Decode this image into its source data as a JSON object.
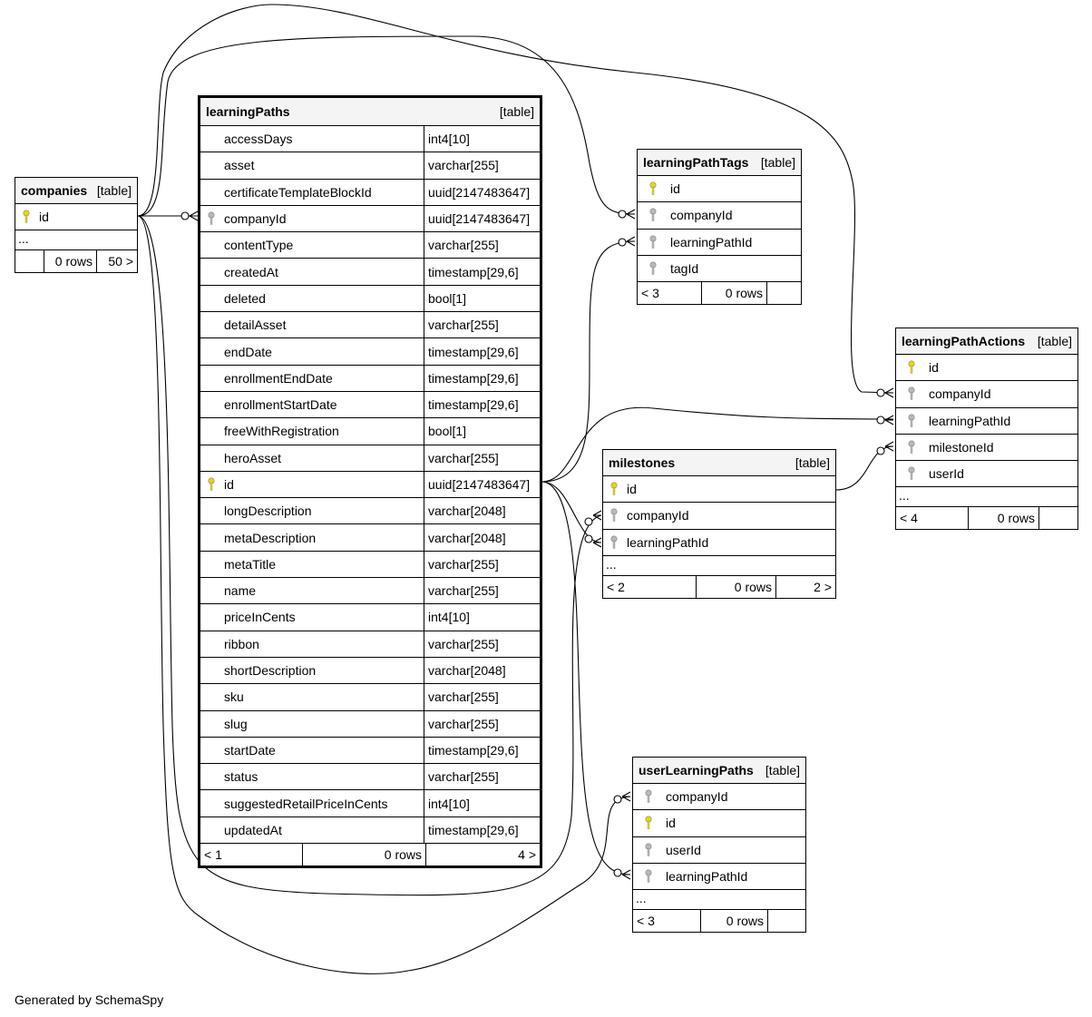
{
  "footer": "Generated by SchemaSpy",
  "colors": {
    "primary_key": "#e8d800",
    "foreign_key": "#b8b8b8",
    "header_bg": "#f4f4f4"
  },
  "tables": {
    "companies": {
      "name": "companies",
      "type": "[table]",
      "columns": [
        {
          "name": "id",
          "key": "primary"
        }
      ],
      "ellipsis": "...",
      "footer": [
        "",
        "0 rows",
        "50 >"
      ]
    },
    "learningPaths": {
      "name": "learningPaths",
      "type": "[table]",
      "columns": [
        {
          "name": "accessDays",
          "datatype": "int4[10]",
          "key": ""
        },
        {
          "name": "asset",
          "datatype": "varchar[255]",
          "key": ""
        },
        {
          "name": "certificateTemplateBlockId",
          "datatype": "uuid[2147483647]",
          "key": ""
        },
        {
          "name": "companyId",
          "datatype": "uuid[2147483647]",
          "key": "foreign"
        },
        {
          "name": "contentType",
          "datatype": "varchar[255]",
          "key": ""
        },
        {
          "name": "createdAt",
          "datatype": "timestamp[29,6]",
          "key": ""
        },
        {
          "name": "deleted",
          "datatype": "bool[1]",
          "key": ""
        },
        {
          "name": "detailAsset",
          "datatype": "varchar[255]",
          "key": ""
        },
        {
          "name": "endDate",
          "datatype": "timestamp[29,6]",
          "key": ""
        },
        {
          "name": "enrollmentEndDate",
          "datatype": "timestamp[29,6]",
          "key": ""
        },
        {
          "name": "enrollmentStartDate",
          "datatype": "timestamp[29,6]",
          "key": ""
        },
        {
          "name": "freeWithRegistration",
          "datatype": "bool[1]",
          "key": ""
        },
        {
          "name": "heroAsset",
          "datatype": "varchar[255]",
          "key": ""
        },
        {
          "name": "id",
          "datatype": "uuid[2147483647]",
          "key": "primary"
        },
        {
          "name": "longDescription",
          "datatype": "varchar[2048]",
          "key": ""
        },
        {
          "name": "metaDescription",
          "datatype": "varchar[2048]",
          "key": ""
        },
        {
          "name": "metaTitle",
          "datatype": "varchar[255]",
          "key": ""
        },
        {
          "name": "name",
          "datatype": "varchar[255]",
          "key": ""
        },
        {
          "name": "priceInCents",
          "datatype": "int4[10]",
          "key": ""
        },
        {
          "name": "ribbon",
          "datatype": "varchar[255]",
          "key": ""
        },
        {
          "name": "shortDescription",
          "datatype": "varchar[2048]",
          "key": ""
        },
        {
          "name": "sku",
          "datatype": "varchar[255]",
          "key": ""
        },
        {
          "name": "slug",
          "datatype": "varchar[255]",
          "key": ""
        },
        {
          "name": "startDate",
          "datatype": "timestamp[29,6]",
          "key": ""
        },
        {
          "name": "status",
          "datatype": "varchar[255]",
          "key": ""
        },
        {
          "name": "suggestedRetailPriceInCents",
          "datatype": "int4[10]",
          "key": ""
        },
        {
          "name": "updatedAt",
          "datatype": "timestamp[29,6]",
          "key": ""
        }
      ],
      "footer": [
        "< 1",
        "0 rows",
        "4 >"
      ]
    },
    "learningPathTags": {
      "name": "learningPathTags",
      "type": "[table]",
      "columns": [
        {
          "name": "id",
          "key": "primary"
        },
        {
          "name": "companyId",
          "key": "foreign"
        },
        {
          "name": "learningPathId",
          "key": "foreign"
        },
        {
          "name": "tagId",
          "key": "foreign"
        }
      ],
      "footer": [
        "< 3",
        "0 rows",
        ""
      ]
    },
    "learningPathActions": {
      "name": "learningPathActions",
      "type": "[table]",
      "columns": [
        {
          "name": "id",
          "key": "primary"
        },
        {
          "name": "companyId",
          "key": "foreign"
        },
        {
          "name": "learningPathId",
          "key": "foreign"
        },
        {
          "name": "milestoneId",
          "key": "foreign"
        },
        {
          "name": "userId",
          "key": "foreign"
        }
      ],
      "ellipsis": "...",
      "footer": [
        "< 4",
        "0 rows",
        ""
      ]
    },
    "milestones": {
      "name": "milestones",
      "type": "[table]",
      "columns": [
        {
          "name": "id",
          "key": "primary"
        },
        {
          "name": "companyId",
          "key": "foreign"
        },
        {
          "name": "learningPathId",
          "key": "foreign"
        }
      ],
      "ellipsis": "...",
      "footer": [
        "< 2",
        "0 rows",
        "2 >"
      ]
    },
    "userLearningPaths": {
      "name": "userLearningPaths",
      "type": "[table]",
      "columns": [
        {
          "name": "companyId",
          "key": "foreign"
        },
        {
          "name": "id",
          "key": "primary"
        },
        {
          "name": "userId",
          "key": "foreign"
        },
        {
          "name": "learningPathId",
          "key": "foreign"
        }
      ],
      "ellipsis": "...",
      "footer": [
        "< 3",
        "0 rows",
        ""
      ]
    }
  }
}
